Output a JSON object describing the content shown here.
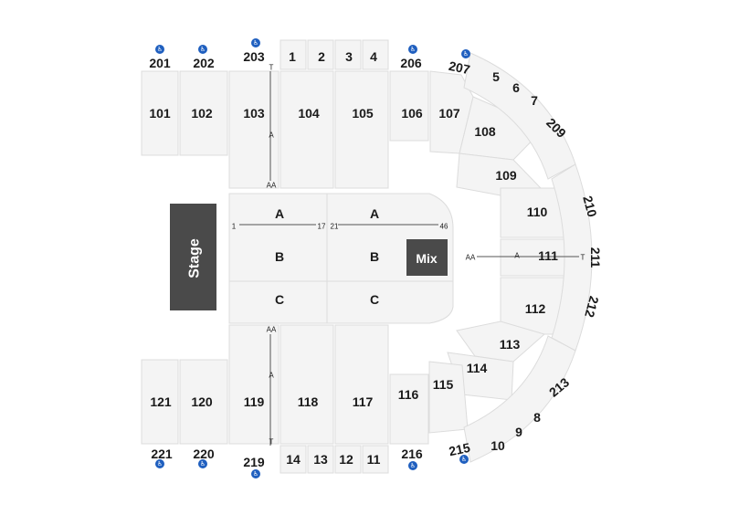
{
  "colors": {
    "section_fill": "#f4f4f4",
    "section_stroke": "#dcdcdc",
    "stage": "#4a4a4a",
    "mix": "#4a4a4a",
    "accessible": "#1f5fbf",
    "text": "#1a1a1a"
  },
  "stage_label": "Stage",
  "mix_label": "Mix",
  "accessible_icon": "wheelchair-icon",
  "floor": {
    "row_a": "A",
    "row_b": "B",
    "row_c": "C"
  },
  "seat_marks": {
    "aa": "AA",
    "a": "A",
    "t": "T",
    "seat_1": "1",
    "seat_17": "17",
    "seat_21": "21",
    "seat_46": "46"
  },
  "sections": {
    "s201": "201",
    "s202": "202",
    "s203": "203",
    "s206": "206",
    "s207": "207",
    "s209": "209",
    "s210": "210",
    "s211": "211",
    "s212": "212",
    "s213": "213",
    "s215": "215",
    "s216": "216",
    "s219": "219",
    "s220": "220",
    "s221": "221",
    "s101": "101",
    "s102": "102",
    "s103": "103",
    "s104": "104",
    "s105": "105",
    "s106": "106",
    "s107": "107",
    "s108": "108",
    "s109": "109",
    "s110": "110",
    "s111": "111",
    "s112": "112",
    "s113": "113",
    "s114": "114",
    "s115": "115",
    "s116": "116",
    "s117": "117",
    "s118": "118",
    "s119": "119",
    "s120": "120",
    "s121": "121",
    "s1": "1",
    "s2": "2",
    "s3": "3",
    "s4": "4",
    "s5": "5",
    "s6": "6",
    "s7": "7",
    "s8": "8",
    "s9": "9",
    "s10": "10",
    "s11": "11",
    "s12": "12",
    "s13": "13",
    "s14": "14"
  }
}
